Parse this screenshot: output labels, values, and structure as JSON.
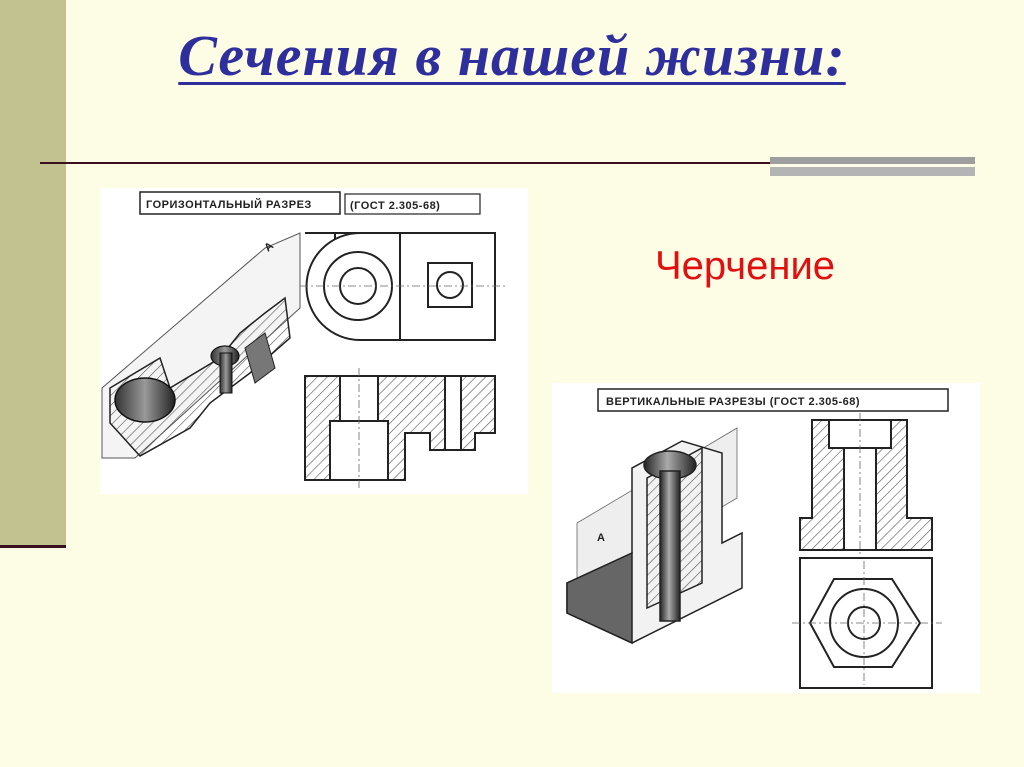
{
  "slide": {
    "title": "Сечения в нашей жизни:",
    "subtitle": "Черчение"
  },
  "drawing_left": {
    "caption_left": "ГОРИЗОНТАЛЬНЫЙ РАЗРЕЗ",
    "caption_right": "(ГОСТ 2.305-68)",
    "plane_label": "А"
  },
  "drawing_right": {
    "caption": "ВЕРТИКАЛЬНЫЕ РАЗРЕЗЫ (ГОСТ 2.305-68)",
    "plane_label": "А"
  },
  "colors": {
    "background": "#fdfde6",
    "sidebar": "#c2c290",
    "title": "#2e2e9c",
    "subtitle": "#e01010"
  }
}
